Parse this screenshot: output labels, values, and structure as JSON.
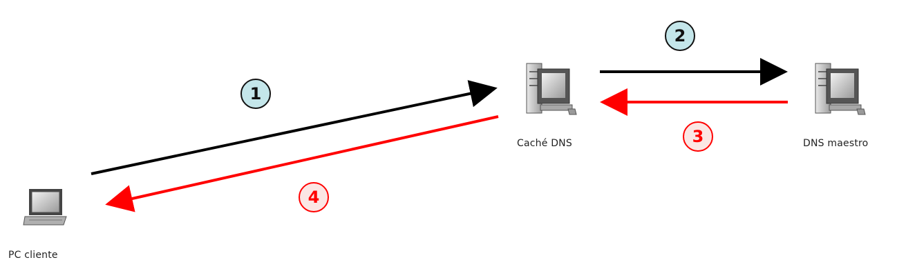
{
  "nodes": {
    "client": {
      "label": "PC cliente",
      "icon": "laptop-icon"
    },
    "cache": {
      "label": "Caché DNS",
      "icon": "computer-icon"
    },
    "master": {
      "label": "DNS maestro",
      "icon": "computer-icon"
    }
  },
  "steps": [
    {
      "number": "1",
      "color": "#000000"
    },
    {
      "number": "2",
      "color": "#000000"
    },
    {
      "number": "3",
      "color": "#ff0000"
    },
    {
      "number": "4",
      "color": "#ff0000"
    }
  ],
  "colors": {
    "request_arrow": "#000000",
    "response_arrow": "#ff0000",
    "badge_fill": "#bfe3e8",
    "response_badge_text": "#ff0000"
  }
}
